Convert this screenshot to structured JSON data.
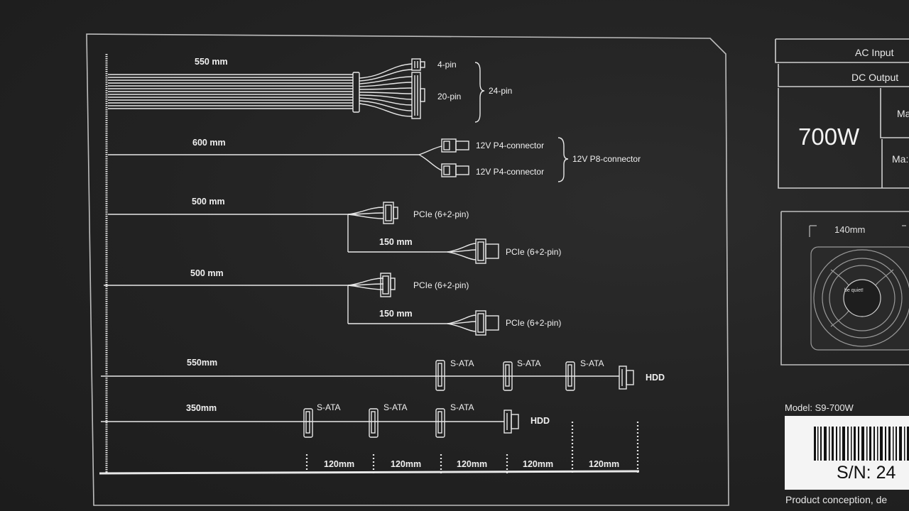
{
  "diagram": {
    "main_cable": {
      "length": "550 mm",
      "pin4": "4-pin",
      "pin20": "20-pin",
      "pin24": "24-pin"
    },
    "cpu_cable": {
      "length": "600 mm",
      "p4_a": "12V P4-connector",
      "p4_b": "12V P4-connector",
      "p8": "12V P8-connector"
    },
    "pcie_cable_1": {
      "length": "500 mm",
      "conn_a": "PCIe (6+2-pin)",
      "branch": "150 mm",
      "conn_b": "PCIe (6+2-pin)"
    },
    "pcie_cable_2": {
      "length": "500 mm",
      "conn_a": "PCIe (6+2-pin)",
      "branch": "150 mm",
      "conn_b": "PCIe (6+2-pin)"
    },
    "sata_cable_1": {
      "length": "550mm",
      "sata": [
        "S-ATA",
        "S-ATA",
        "S-ATA"
      ],
      "hdd": "HDD"
    },
    "sata_cable_2": {
      "length": "350mm",
      "sata": [
        "S-ATA",
        "S-ATA",
        "S-ATA"
      ],
      "hdd": "HDD"
    },
    "spacing": [
      "120mm",
      "120mm",
      "120mm",
      "120mm",
      "120mm"
    ]
  },
  "specs": {
    "ac_input": "AC Input",
    "dc_output": "DC Output",
    "wattage": "700W",
    "row_a": "Ma",
    "row_b": "Ma:",
    "fan_size": "140mm",
    "fan_logo": "be quiet!",
    "model": "Model: S9-700W",
    "serial": "S/N: 24",
    "footer": "Product conception, de"
  }
}
